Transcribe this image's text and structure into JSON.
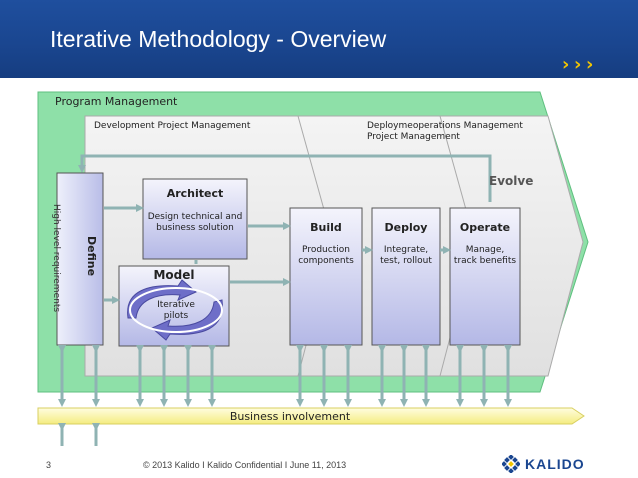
{
  "slide": {
    "title": "Iterative Methodology - Overview"
  },
  "diagram": {
    "program_management": "Program Management",
    "development_pm": "Development Project Management",
    "deployment_pm_line1": "Deploymeoperations Management",
    "deployment_pm_line2": "Project Management",
    "evolve": "Evolve",
    "define": "Define",
    "high_level_requirements": "High level requirements",
    "architect": {
      "title": "Architect",
      "desc1": "Design technical and",
      "desc2": "business solution"
    },
    "model": {
      "title": "Model",
      "desc1": "Iterative",
      "desc2": "pilots"
    },
    "build": {
      "title": "Build",
      "desc1": "Production",
      "desc2": "components"
    },
    "deploy": {
      "title": "Deploy",
      "desc1": "Integrate,",
      "desc2": "test, rollout"
    },
    "operate": {
      "title": "Operate",
      "desc1": "Manage,",
      "desc2": "track benefits"
    },
    "business_involvement": "Business involvement"
  },
  "footer": {
    "page_number": "3",
    "copyright": "© 2013   Kalido    I    Kalido Confidential    I    June 11, 2013",
    "logo": "KALIDO"
  },
  "colors": {
    "header_blue": "#1a4690",
    "program_green": "#8ee0a8",
    "box_fill_top": "#f2f2fb",
    "box_fill_bottom": "#b9bce8",
    "arrow_teal": "#8fb3b3",
    "business_yellow": "#fbf6a8",
    "accent_yellow": "#f2c500"
  }
}
